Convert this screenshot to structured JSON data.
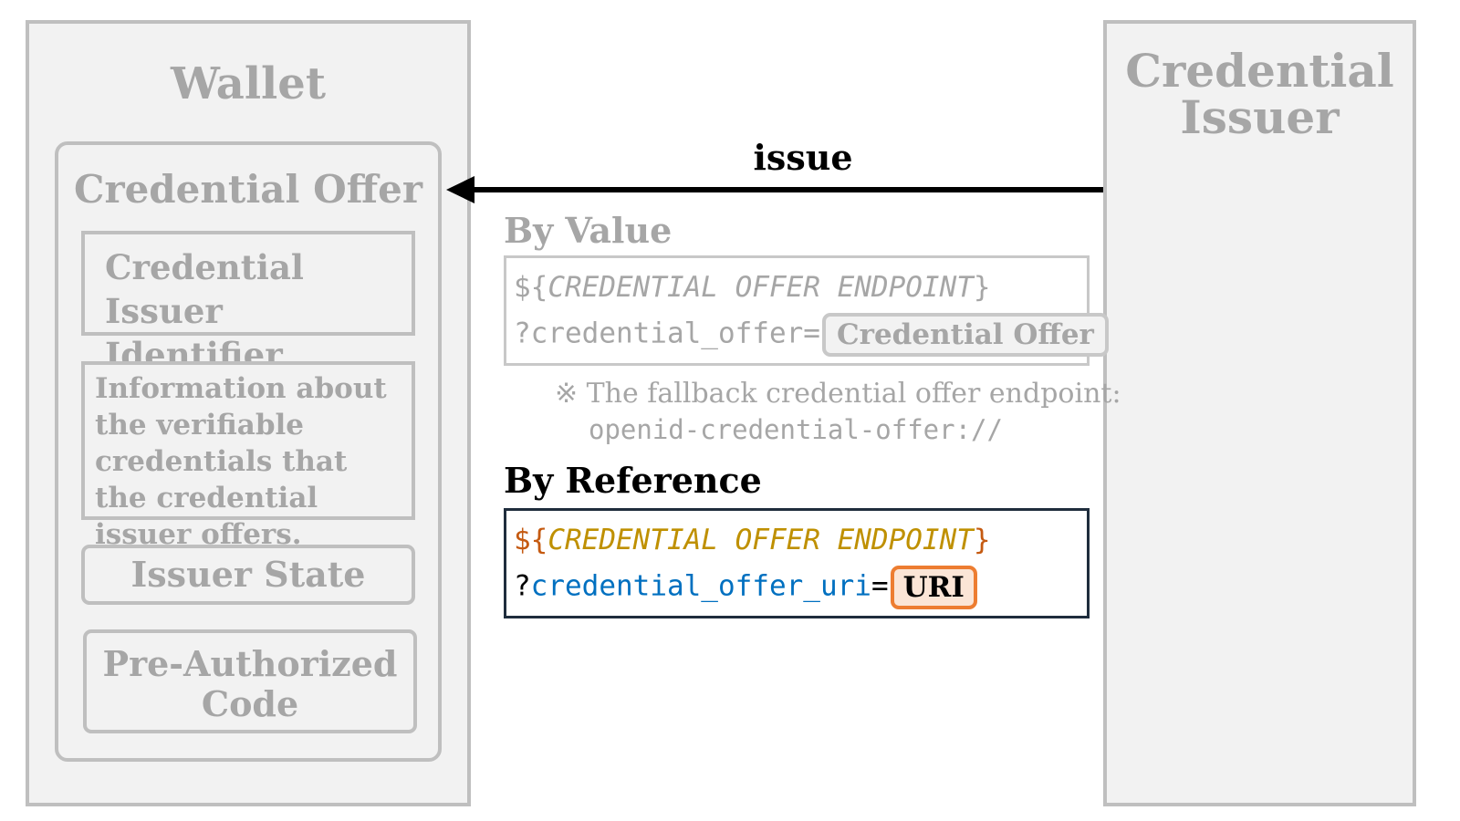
{
  "wallet": {
    "title": "Wallet",
    "credential_offer": {
      "title": "Credential Offer",
      "issuer_identifier": [
        "Credential Issuer",
        "Identifier"
      ],
      "information": "Information about the verifiable credentials that the credential issuer offers.",
      "issuer_state": "Issuer State",
      "pre_authorized_code": [
        "Pre-Authorized",
        "Code"
      ]
    }
  },
  "credential_issuer": {
    "title": [
      "Credential",
      "Issuer"
    ]
  },
  "arrow": {
    "label": "issue"
  },
  "by_value": {
    "label": "By Value",
    "line1_prefix": "${",
    "line1_endpoint": "CREDENTIAL OFFER ENDPOINT",
    "line1_suffix": "}",
    "line2_param": "?credential_offer=",
    "chip": "Credential Offer",
    "note": "※ The fallback credential offer endpoint:",
    "fallback_uri": "openid-credential-offer://"
  },
  "by_reference": {
    "label": "By Reference",
    "line1_prefix": "${",
    "line1_endpoint": "CREDENTIAL OFFER ENDPOINT",
    "line1_suffix": "}",
    "line2_q": "?",
    "line2_param": "credential_offer_uri",
    "line2_eq": "=",
    "chip": "URI"
  },
  "colors": {
    "panel_bg": "#f2f2f2",
    "panel_border": "#bfbfbf",
    "muted_text": "#a6a6a6",
    "endpoint_brace": "#c55a11",
    "endpoint_name": "#bf9000",
    "param_name": "#0070c0",
    "uri_chip_border": "#ed7d31",
    "uri_chip_bg": "#fbe5d6",
    "by_reference_border": "#1f2d3d"
  }
}
